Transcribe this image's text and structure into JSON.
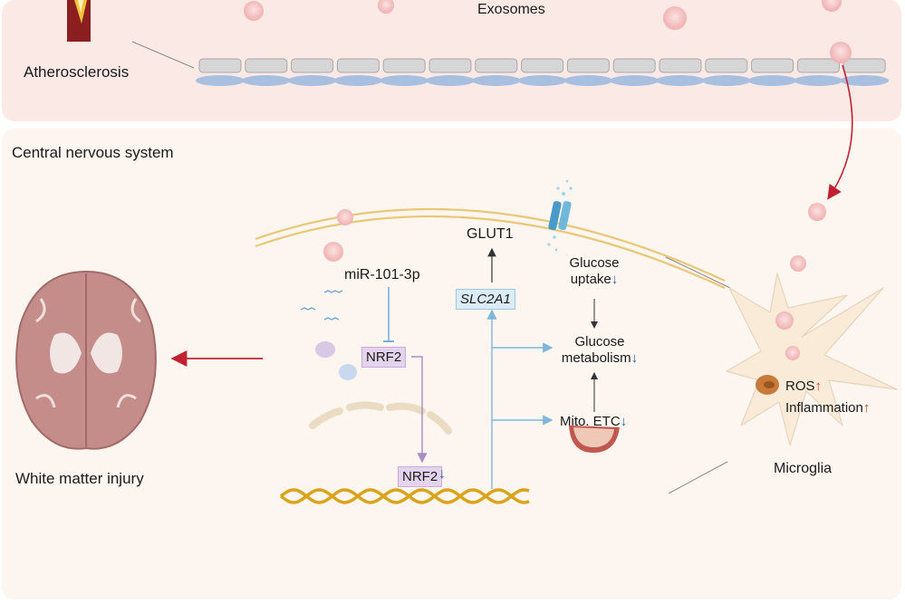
{
  "labels": {
    "exosomes": "Exosomes",
    "atherosclerosis": "Atherosclerosis",
    "cns": "Central nervous system",
    "glut1": "GLUT1",
    "slc2a1": "SLC2A1",
    "mir": "miR-101-3p",
    "nrf2_top": "NRF2",
    "nrf2_bottom": "NRF2",
    "glucose_uptake_1": "Glucose",
    "glucose_uptake_2": "uptake",
    "glucose_metab_1": "Glucose",
    "glucose_metab_2": "metabolism",
    "mito_etc": "Mito. ETC",
    "ros": "ROS",
    "inflammation": "Inflammation",
    "microglia": "Microglia",
    "wmi": "White matter injury"
  },
  "symbols": {
    "down": "↓",
    "up": "↑"
  },
  "colors": {
    "top_panel": "#fbe9e6",
    "bottom_panel": "#fdf6f0",
    "red_arrow": "#c0202f",
    "blue_arrow": "#7fb6dc",
    "purple_arrow": "#a98bc4",
    "membrane": "#e8c878",
    "dna": "#d9a31c"
  }
}
